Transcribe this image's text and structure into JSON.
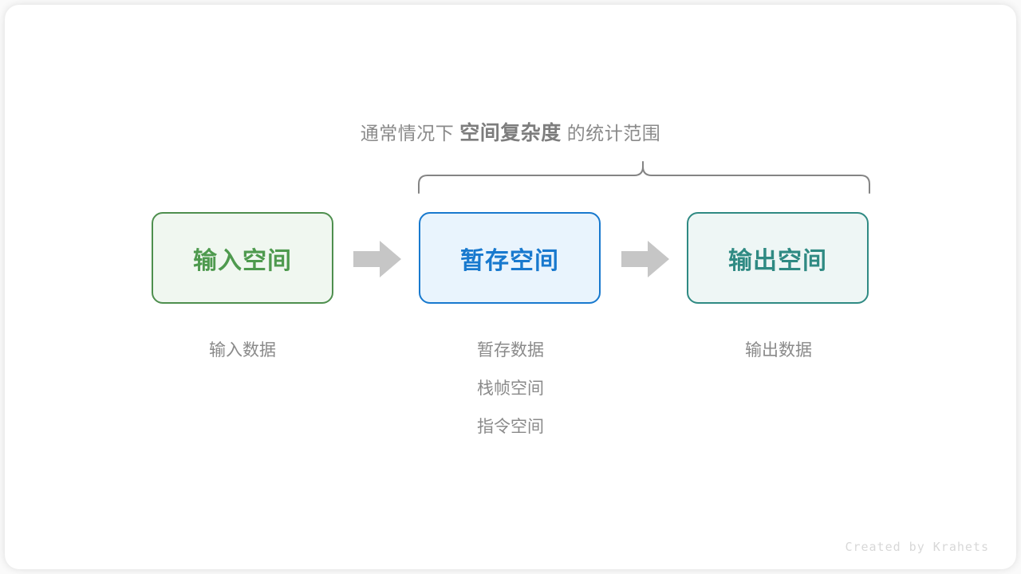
{
  "heading": {
    "prefix": "通常情况下",
    "emphasis": "空间复杂度",
    "suffix": "的统计范围"
  },
  "boxes": [
    {
      "label": "输入空间",
      "color": "#4e9a4e",
      "border": "#4e8f4e",
      "fill": "#f0f7f0"
    },
    {
      "label": "暂存空间",
      "color": "#1879ce",
      "border": "#1879ce",
      "fill": "#e9f4fd"
    },
    {
      "label": "输出空间",
      "color": "#2f8a83",
      "border": "#2f8a83",
      "fill": "#eef6f5"
    }
  ],
  "captions": {
    "input": [
      "输入数据"
    ],
    "temp": [
      "暂存数据",
      "栈帧空间",
      "指令空间"
    ],
    "output": [
      "输出数据"
    ]
  },
  "captions_text": {
    "input_line1": "输入数据",
    "temp_line1": "暂存数据",
    "temp_line2": "栈帧空间",
    "temp_line3": "指令空间",
    "output_line1": "输出数据"
  },
  "arrows": {
    "arrow1_name": "arrow-right-icon",
    "arrow2_name": "arrow-right-icon",
    "color": "#c6c6c6"
  },
  "brace": {
    "color": "#848484",
    "covers": [
      "暂存空间",
      "输出空间"
    ]
  },
  "watermark": "Created by Krahets",
  "theme": {
    "background": "#fafafa",
    "card": "#ffffff",
    "text_gray": "#8a8a8a",
    "watermark_gray": "#d8d8d8"
  }
}
